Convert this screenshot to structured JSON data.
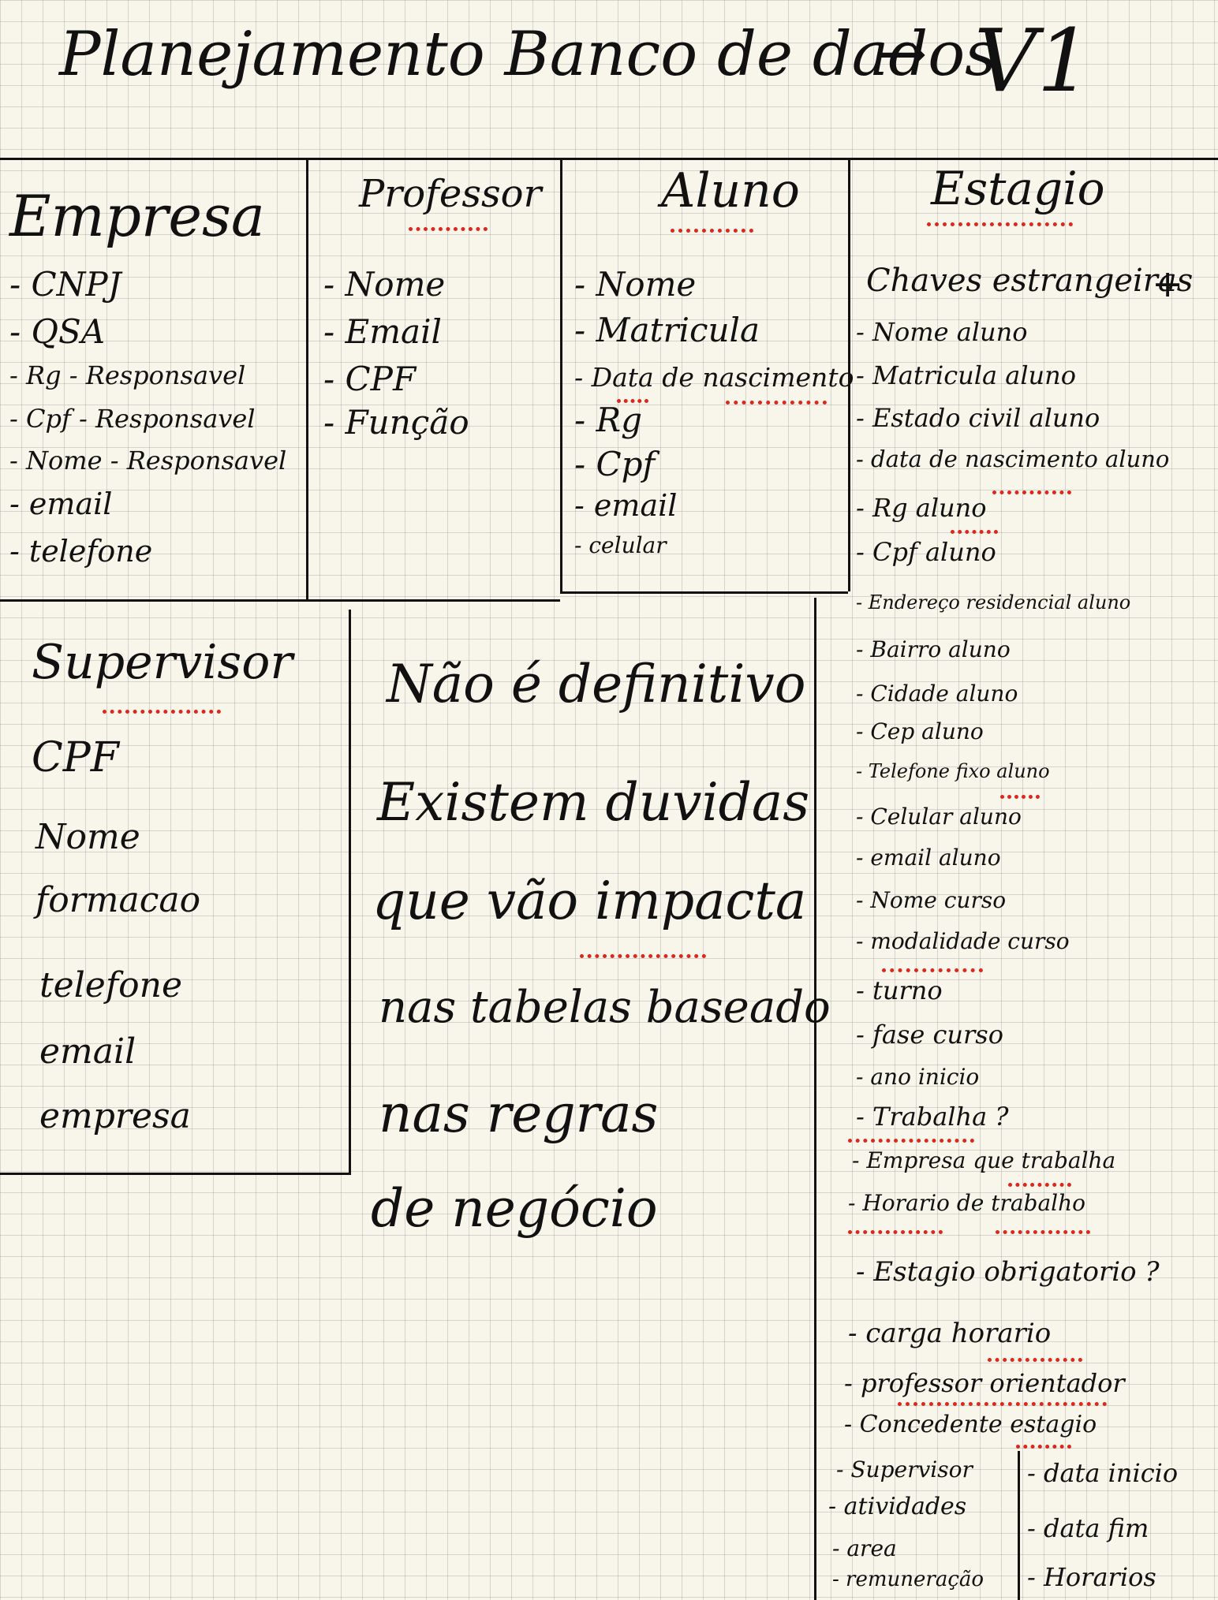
{
  "title": {
    "text": "Planejamento Banco de dados",
    "arrow": "→",
    "version": "V1"
  },
  "empresa": {
    "heading": "Empresa",
    "items": [
      "- CNPJ",
      "- QSA",
      "- Rg - Responsavel",
      "- Cpf - Responsavel",
      "- Nome - Responsavel",
      "- email",
      "- telefone"
    ]
  },
  "professor": {
    "heading": "Professor",
    "items": [
      "- Nome",
      "- Email",
      "- CPF",
      "- Função"
    ]
  },
  "aluno": {
    "heading": "Aluno",
    "items": [
      "- Nome",
      "- Matricula",
      "- Data de nascimento",
      "- Rg",
      "- Cpf",
      "- email",
      "- celular"
    ]
  },
  "estagio": {
    "heading": "Estagio",
    "subheading": "Chaves estrangeiras",
    "plus": "+",
    "items": [
      "- Nome aluno",
      "- Matricula aluno",
      "- Estado civil aluno",
      "- data de nascimento aluno",
      "- Rg aluno",
      "- Cpf aluno",
      "- Endereço residencial aluno",
      "- Bairro aluno",
      "- Cidade aluno",
      "- Cep aluno",
      "- Telefone fixo aluno",
      "- Celular aluno",
      "- email aluno",
      "- Nome curso",
      "- modalidade curso",
      "- turno",
      "- fase curso",
      "- ano inicio",
      "- Trabalha ?",
      "- Empresa que trabalha",
      "- Horario de trabalho",
      "- Estagio obrigatorio ?",
      "- carga horario",
      "- professor orientador",
      "- Concedente estagio",
      "- Supervisor",
      "- atividades",
      "- area",
      "- remuneração"
    ],
    "side_items": [
      "- data inicio",
      "- data fim",
      "- Horarios"
    ]
  },
  "supervisor": {
    "heading": "Supervisor",
    "items": [
      "CPF",
      "Nome",
      "formacao",
      "telefone",
      "email",
      "empresa"
    ]
  },
  "note": {
    "lines": [
      "Não é definitivo",
      "Existem duvidas",
      "que vão impacta",
      "nas tabelas baseado",
      "nas regras",
      "de negócio"
    ]
  },
  "colors": {
    "ink": "#111111",
    "underline": "#e0261b",
    "paper": "#f8f6ea",
    "grid": "#969696"
  }
}
